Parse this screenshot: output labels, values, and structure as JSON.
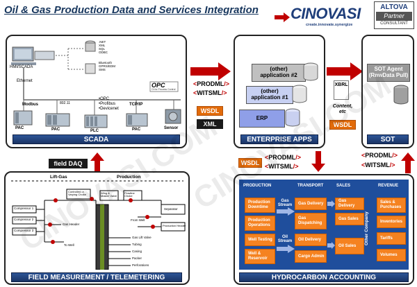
{
  "header": {
    "title": "Oil & Gas Production Data and Services Integration",
    "logo_name": "CINOVASI",
    "logo_tagline": "create.innovate.synergize",
    "partner_brand": "ALTOVA",
    "partner_label": "Partner",
    "partner_role": "CONSULTANT"
  },
  "scada": {
    "label": "SCADA",
    "hmi": "HMI/SCADA",
    "ethernet": "Ethernet",
    "modbus": "Modbus",
    "tcpip": "TCP/IP",
    "ieee": "802.11",
    "opc_list": [
      "•OPC",
      "•Profibus",
      "•Devicenet"
    ],
    "devices": [
      "PAC",
      "PAC",
      "PLC",
      "PAC",
      "Sensor"
    ],
    "net_list_1": [
      ".NET",
      "XML",
      "SQL",
      "ODBC"
    ],
    "net_list_2": [
      "Bluetooth",
      "GPRS/EDM",
      "SMS"
    ],
    "opc_logo": "OPC",
    "opc_logo_sub": "Ol for Process Control"
  },
  "middle": {
    "prodml": "PRODML",
    "witsml": "WITSML",
    "wsdl": "WSDL",
    "xml": "XML"
  },
  "enterprise": {
    "label": "ENTERPRISE APPS",
    "app2": [
      "(other)",
      "application #2"
    ],
    "app1": [
      "(other)",
      "application #1"
    ],
    "erp": "ERP"
  },
  "connector": {
    "xbrl": "XBRL",
    "content": [
      "Content,",
      "etc"
    ],
    "wsdl": "WSDL"
  },
  "sot": {
    "label": "SOT",
    "agent": [
      "SOT Agent",
      "(RnwData Pull)"
    ]
  },
  "bottom_mid": {
    "field_daq": "field DAQ",
    "wsdl": "WSDL",
    "prodml": "PRODML",
    "witsml": "WITSML"
  },
  "sot_links": {
    "prodml": "PRODML",
    "witsml": "WITSML"
  },
  "field": {
    "label": "FIELD MEASUREMENT / TELEMETERING",
    "lift_gas": "Lift-Gas",
    "production": "Production",
    "labels": [
      "Compressor 1",
      "Compressor 2",
      "Compressor 3",
      "Gas Header",
      "To Well",
      "Controlled or Varying Choke",
      "Wing & Master Valve",
      "Flowline Choke",
      "Separator",
      "From Well",
      "Production Header",
      "Gas Lift Valve",
      "Tubing",
      "Casing",
      "Packer",
      "Perforations"
    ]
  },
  "accounting": {
    "label": "HYDROCARBON ACCOUNTING",
    "headers": [
      "PRODUCTION",
      "TRANSPORT",
      "SALES",
      "REVENUE"
    ],
    "production": [
      "Production Downtime",
      "Production Operations",
      "Well Testing",
      "Well & Reservoir"
    ],
    "streams": [
      "Gas Stream",
      "Oil Stream"
    ],
    "transport": [
      "Gas Delivery",
      "Gas Dispatching",
      "Oil Delivery",
      "Cargo Admin"
    ],
    "sales": [
      "Gas Delivery",
      "Gas Sales",
      "Oil Sales"
    ],
    "other_company": "Other Company",
    "revenue": [
      "Sales & Purchases",
      "Inventories",
      "Tariffs",
      "Volumes"
    ]
  },
  "watermark": "CINOVASI.COM",
  "colors": {
    "title": "#17365d",
    "bar_blue": "#2d5597",
    "arrow_red": "#c00000",
    "accent_orange": "#e26b0a",
    "accounting_blue": "#1f4e9c"
  }
}
